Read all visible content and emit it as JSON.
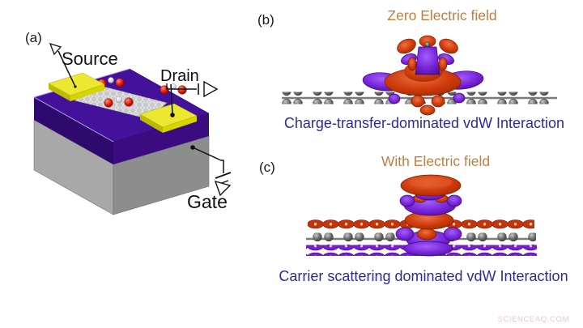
{
  "panel_a": {
    "label": "(a)",
    "device": {
      "source_label": "Source",
      "drain_label": "Drain",
      "gate_label": "Gate"
    }
  },
  "panel_b": {
    "label": "(b)",
    "title": "Zero Electric field",
    "caption": "Charge-transfer-dominated vdW Interaction"
  },
  "panel_c": {
    "label": "(c)",
    "title": "With Electric field",
    "caption": "Carrier scattering dominated vdW Interaction"
  },
  "watermark": "SCIENCEAQ.COM",
  "colors": {
    "title_orange": "#bf7e41",
    "caption_blue": "#2b2b9b",
    "isosurface_orange": "#cc3a0a",
    "isosurface_purple": "#7420d8",
    "oxide_purple": "#44119a",
    "substrate_gray": "#9d9d9d",
    "electrode_yellow": "#ece832",
    "graphene_gray": "#c9c9c9",
    "atom_gray": "#6a6a6a",
    "molecule_red": "#e02010",
    "watermark_pink": "#f0bcbc"
  }
}
